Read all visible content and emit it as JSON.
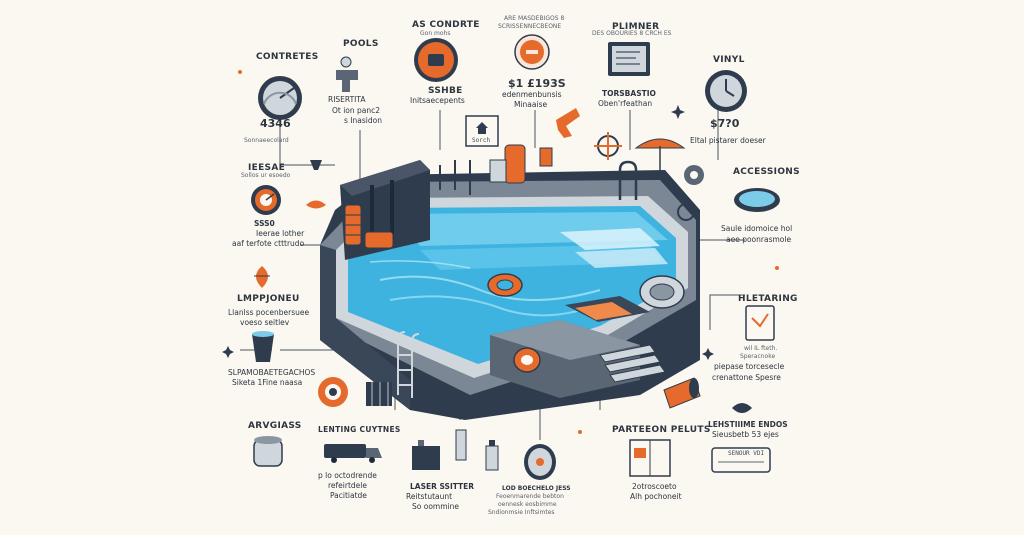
{
  "labels": {
    "contretes": "CONTRETES",
    "price_4346": "4346",
    "contretes_sub": "Sonnaeecolard",
    "pools": "POOLS",
    "pools_sub1": "RISERTITA",
    "pools_sub2": "Ot ion panc2",
    "pools_sub3": "s Inasidon",
    "s_contre": "AS CONDRTE",
    "s_contre_sub": "Gon mohs",
    "sshbe": "SSHBE",
    "sshbe_sub": "Initsaecepents",
    "are_header": "ARE MASDEBIGOS 8",
    "are_header_sub": "SCRISSENNECBEONE",
    "price_5449": "$1 £193S",
    "price_5449_sub1": "edenmenbunsis",
    "price_5449_sub2": "Minaaise",
    "plimner": "PLIMNER",
    "plimner_sub": "DES OBOURIES 8 CRCH ES",
    "toresbastio": "TORSBASTIO",
    "toresbastio_sub": "Oben'rfeathan",
    "vinyl": "VINYL",
    "price_570": "$7?0",
    "price_570_sub": "Eltal pistarer doeser",
    "iessae": "IEESAE",
    "iessae_sub": "Sollos ur esoedo",
    "iessae_s1": "SSS0",
    "iessae_s2": "Ieerae lother",
    "iessae_s3": "aaf terfote ctttrudo",
    "accessions": "ACCESSIONS",
    "accessions_sub1": "Saule idomoice hol",
    "accessions_sub2": "aee poonrasmole",
    "lmppjoneu": "LMPPJONEU",
    "lmppjoneu_sub1": "Llanlss pocenbersuee",
    "lmppjoneu_sub2": "voeso seitlev",
    "hletaring": "HLETARING",
    "hletaring_sub1": "wil IL fteth.",
    "hletaring_sub2": "Speracnoke",
    "hletaring_sub3": "piepase torcesecle",
    "hletaring_sub4": "crenattone Spesre",
    "slpamo": "SLPAMOBAETEGACHOS",
    "slpamo_sub": "Siketa 1Fine naasa",
    "argass": "ARVGIASS",
    "lenting": "LENTING CUYTNES",
    "lenting_sub1": "p lo octodrende",
    "lenting_sub2": "refeirtdele",
    "lenting_sub3": "Pacitiatde",
    "laser": "LASER SSITTER",
    "laser_sub1": "Reitstutaunt",
    "laser_sub2": "So oommine",
    "lod": "LOD BOECHELO JESS",
    "lod_sub1": "Feoenmarende bebton",
    "lod_sub2": "oennesk eosbimme",
    "lod_sub3": "Sndionmsie Inftsimtes",
    "parteeon": "PARTEEON PELUTS",
    "parteeon_sub1": "2otroscoeto",
    "parteeon_sub2": "Alh pochoneit",
    "lehstime": "LEHSTIIIME ENDOS",
    "lehstime_sub": "Sieusbetb 53 ejes",
    "sign_text": "Sorch",
    "card_text": "SENOUR VDI"
  },
  "colors": {
    "background": "#fbf8f1",
    "navy": "#2d3a4a",
    "water": "#3fb3e0",
    "water_light": "#8fdcf5",
    "orange": "#e66a2c",
    "deck": "#7b8794",
    "line": "#4a5360"
  },
  "icons": [
    "gauge-icon",
    "faucet-icon",
    "orange-disc-icon",
    "dial-icon",
    "sign-icon",
    "pump-icon",
    "wrench-icon",
    "lamp-icon",
    "umbrella-icon",
    "gear-icon",
    "screen-icon",
    "clock-icon",
    "filter-icon",
    "pot-icon",
    "bucket-icon",
    "float-icon",
    "drum-icon",
    "rail-icon",
    "truck-icon",
    "battery-icon",
    "bottle-icon",
    "drain-icon",
    "book-icon",
    "ticket-icon",
    "heater-icon",
    "card-icon",
    "roller-icon"
  ]
}
